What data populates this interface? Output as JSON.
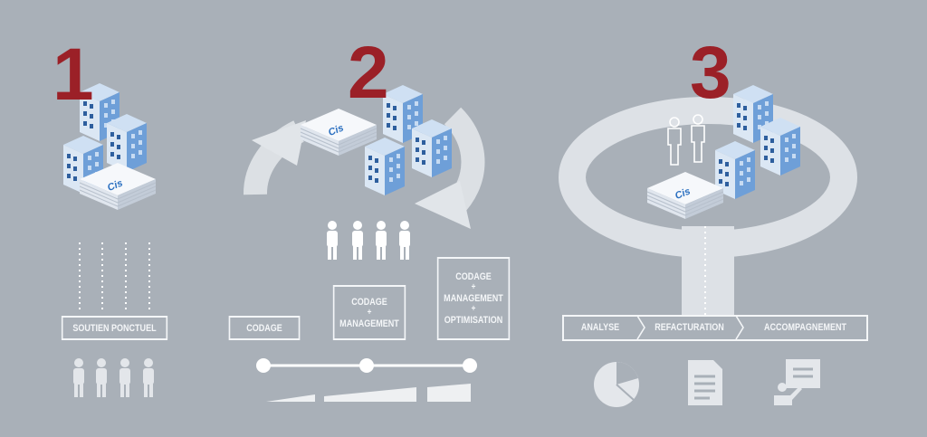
{
  "steps": [
    {
      "number": "1",
      "label": "SOUTIEN PONCTUEL"
    },
    {
      "number": "2",
      "boxes": [
        {
          "lines": [
            "CODAGE"
          ]
        },
        {
          "lines": [
            "CODAGE",
            "+",
            "MANAGEMENT"
          ]
        },
        {
          "lines": [
            "CODAGE",
            "+",
            "MANAGEMENT",
            "+",
            "OPTIMISATION"
          ]
        }
      ]
    },
    {
      "number": "3",
      "segments": [
        "ANALYSE",
        "REFACTURATION",
        "ACCOMPAGNEMENT"
      ]
    }
  ],
  "document_mark": "Cis",
  "icons": [
    "people-icon",
    "cycle-arrows-icon",
    "progress-slider-icon",
    "pie-chart-icon",
    "document-icon",
    "presentation-icon",
    "building-icon"
  ],
  "colors": {
    "background": "#a9b0b8",
    "number": "#9b2027",
    "light": "#e6e9ec",
    "building": "#4f8fd6"
  }
}
